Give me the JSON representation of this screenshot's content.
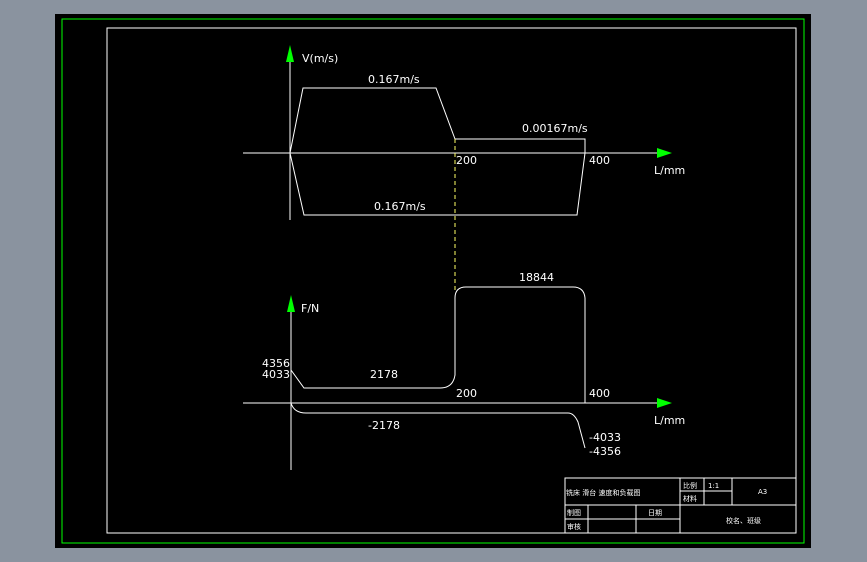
{
  "colors": {
    "desktop": "#8a939f",
    "drawing_bg": "#000000",
    "frame": "#00ff00",
    "lines": "#ffffff",
    "dashed": "#ffff66",
    "axis_arrow": "#00ff00"
  },
  "velocity_plot": {
    "y_axis_label": "V(m/s)",
    "x_axis_label": "L/mm",
    "top_speed_label": "0.167m/s",
    "slow_speed_label": "0.00167m/s",
    "return_speed_label": "0.167m/s",
    "tick_200": "200",
    "tick_400": "400"
  },
  "force_plot": {
    "y_axis_label": "F/N",
    "x_axis_label": "L/mm",
    "peak_label": "18844",
    "forward_label": "2178",
    "return_label": "-2178",
    "start_high_label": "4356",
    "start_low_label": "4033",
    "end_low_label": "-4033",
    "end_high_label": "-4356",
    "tick_200": "200",
    "tick_400": "400"
  },
  "title_block": {
    "title": "铣床 滑台 速度和负载图",
    "scale_label": "比例",
    "scale_value": "1:1",
    "material_label": "材料",
    "sheet_size": "A3",
    "drawn_label": "制图",
    "checked_label": "审核",
    "date_label": "日期",
    "school": "校名、班级"
  }
}
